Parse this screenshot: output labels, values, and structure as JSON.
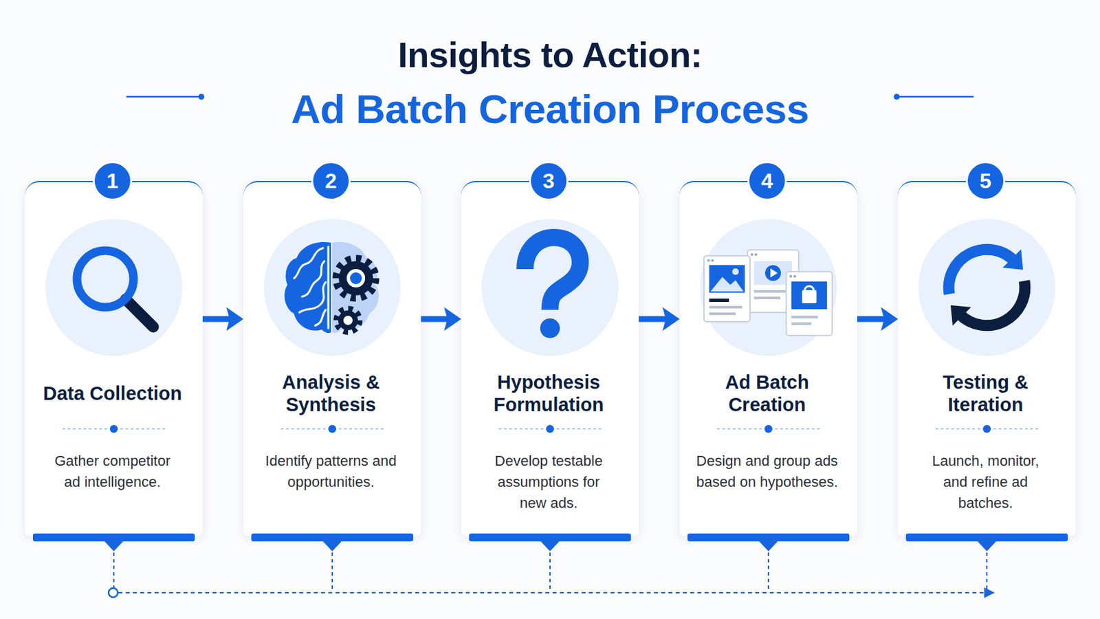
{
  "diagram": {
    "title": "Insights to Action: Ad Batch Creation Process",
    "nodes": [
      {
        "text": [
          "Data Collection",
          "Gather competitor ad intelligence."
        ]
      },
      {
        "text": [
          "1"
        ],
        "in": 0
      },
      {
        "text": [
          "Analysis & Synthesis",
          "Identify patterns and opportunities."
        ]
      },
      {
        "text": [
          "2"
        ],
        "in": 2
      },
      {
        "text": [
          "Hypothesis Formulation",
          "Develop testable assumptions for new ads."
        ]
      },
      {
        "text": [
          "3"
        ],
        "in": 4
      },
      {
        "text": [
          "Ad Batch Creation",
          "Design and group ads based on hypotheses."
        ]
      },
      {
        "text": [
          "4"
        ],
        "in": 6
      },
      {
        "text": [
          "Testing & Iteration",
          "Launch, monitor, and refine ad batches."
        ]
      },
      {
        "text": [
          "5"
        ],
        "in": 8
      }
    ],
    "edges": [
      {
        "from": 0,
        "to": 2,
        "arrow": "to"
      },
      {
        "from": 2,
        "to": 4,
        "arrow": "to"
      },
      {
        "from": 4,
        "to": 6,
        "arrow": "to"
      },
      {
        "from": 6,
        "to": 8,
        "arrow": "to"
      }
    ]
  }
}
